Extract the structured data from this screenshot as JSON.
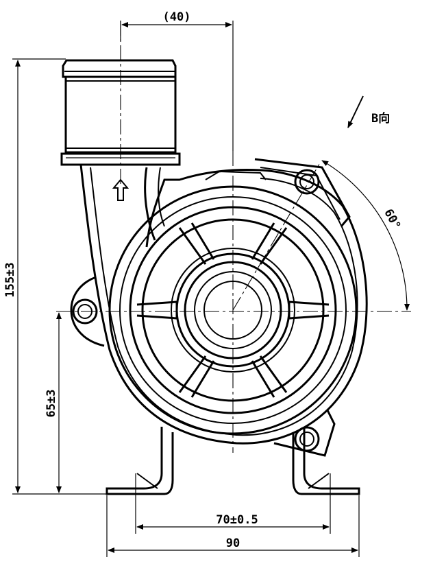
{
  "dimensions": {
    "top_offset": "(40)",
    "total_height": "155±3",
    "center_height": "65±3",
    "hole_spacing": "70±0.5",
    "base_width": "90",
    "angle": "60°"
  },
  "view_label": "B向"
}
